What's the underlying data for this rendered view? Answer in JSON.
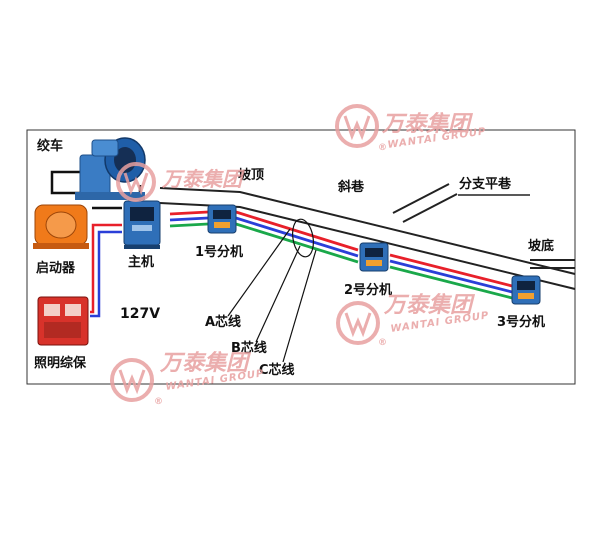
{
  "watermark": {
    "brand_cn": "万泰集团",
    "brand_en": "WANTAI GROUP",
    "registered": "®"
  },
  "labels": {
    "winch": "绞车",
    "starter": "启动器",
    "lighting": "照明综保",
    "host": "主机",
    "voltage": "127V",
    "slope_top": "坡顶",
    "incline": "斜巷",
    "branch": "分支平巷",
    "slope_bottom": "坡底",
    "sub1": "1号分机",
    "sub2": "2号分机",
    "sub3": "3号分机",
    "wire_a": "A芯线",
    "wire_b": "B芯线",
    "wire_c": "C芯线"
  },
  "colors": {
    "wire_red": "#e8202a",
    "wire_blue": "#2a3fd8",
    "wire_green": "#1aa84a",
    "device_blue": "#2f6fb8",
    "starter_orange": "#f07a1a",
    "lighting_red": "#d8322a",
    "watermark": "#e8a0a0"
  }
}
